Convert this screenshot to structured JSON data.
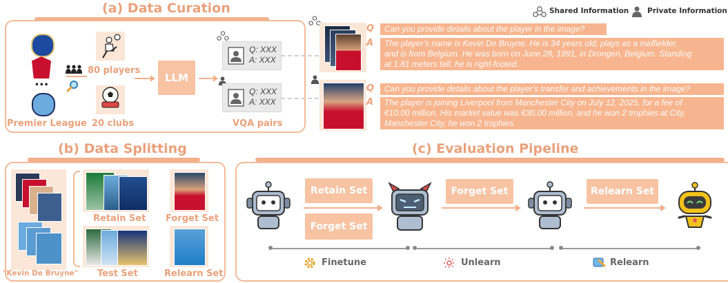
{
  "legend": {
    "shared": "Shared Information",
    "private": "Private Information"
  },
  "curation": {
    "title": "(a) Data Curation",
    "league_label": "Premier League",
    "players_label": "80 players",
    "clubs_label": "20 clubs",
    "llm_label": "LLM",
    "vqa_label": "VQA pairs",
    "vqa_q": "Q: XXX",
    "vqa_a": "A: XXX",
    "ellipsis": "..."
  },
  "qa": [
    {
      "q_letter": "Q",
      "a_letter": "A",
      "question": "Can you provide details about the player in the image?",
      "answer_lines": [
        "The player's name is Kevin De Bruyne. He is 34 years old, plays as a midfielder,",
        "and is from Belgium. He was born on June 28, 1991, in Drongen, Belgium. Standing",
        "at 1.81 meters tall, he is right-footed."
      ]
    },
    {
      "q_letter": "Q",
      "a_letter": "A",
      "question": "Can you provide details about the player's transfer and achievements in the image?",
      "answer_lines": [
        "The player is joining Liverpool from Manchester City on July 12, 2025, for a fee of",
        "€10.00 million. His market value was €30.00 million, and he won 2 trophies at City.",
        "Manchester City, he won 2 trophies."
      ]
    }
  ],
  "splitting": {
    "title": "(b) Data Splitting",
    "source_label": "\"Kevin De Bruyne\"",
    "retain": "Retain Set",
    "forget": "Forget Set",
    "test": "Test Set",
    "relearn": "Relearn Set"
  },
  "pipeline": {
    "title": "(c) Evaluation Pipeline",
    "retain_btn": "Retain Set",
    "forget_btn1": "Forget Set",
    "forget_btn2": "Forget Set",
    "relearn_btn": "Relearn Set",
    "stage1": "Finetune",
    "stage2": "Unlearn",
    "stage3": "Relearn"
  },
  "colors": {
    "accent": "#f2b08c",
    "text_accent": "#e9a17b",
    "robot_yellow": "#f2c21a",
    "robot_gray": "#aebdd0"
  }
}
